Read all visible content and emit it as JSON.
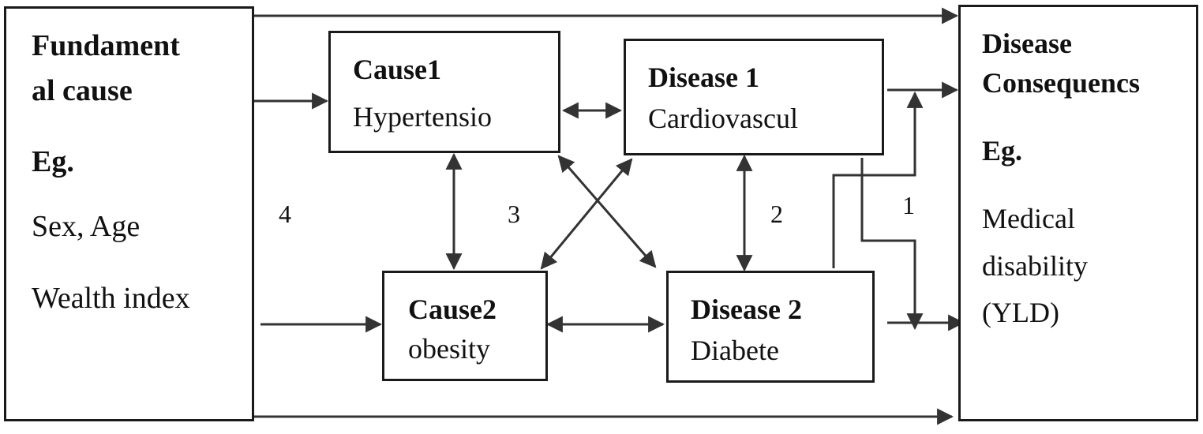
{
  "left_box": {
    "title_line1": "Fundament",
    "title_line2": "al cause",
    "eg": "Eg.",
    "item1": "Sex, Age",
    "item2": "Wealth index"
  },
  "cause1": {
    "label": "Cause1",
    "name": "Hypertensio"
  },
  "disease1": {
    "label": "Disease 1",
    "name": "Cardiovascul"
  },
  "cause2": {
    "label": "Cause2",
    "name": "obesity"
  },
  "disease2": {
    "label": "Disease 2",
    "name": "Diabete"
  },
  "right_box": {
    "title_line1": "Disease",
    "title_line2": "Consequencs",
    "eg": "Eg.",
    "item1": "Medical",
    "item2": "disability",
    "item3": "(YLD)"
  },
  "path_labels": {
    "p1": "1",
    "p2": "2",
    "p3": "3",
    "p4": "4"
  },
  "colors": {
    "line": "#333333",
    "border": "#1a1a1a"
  }
}
